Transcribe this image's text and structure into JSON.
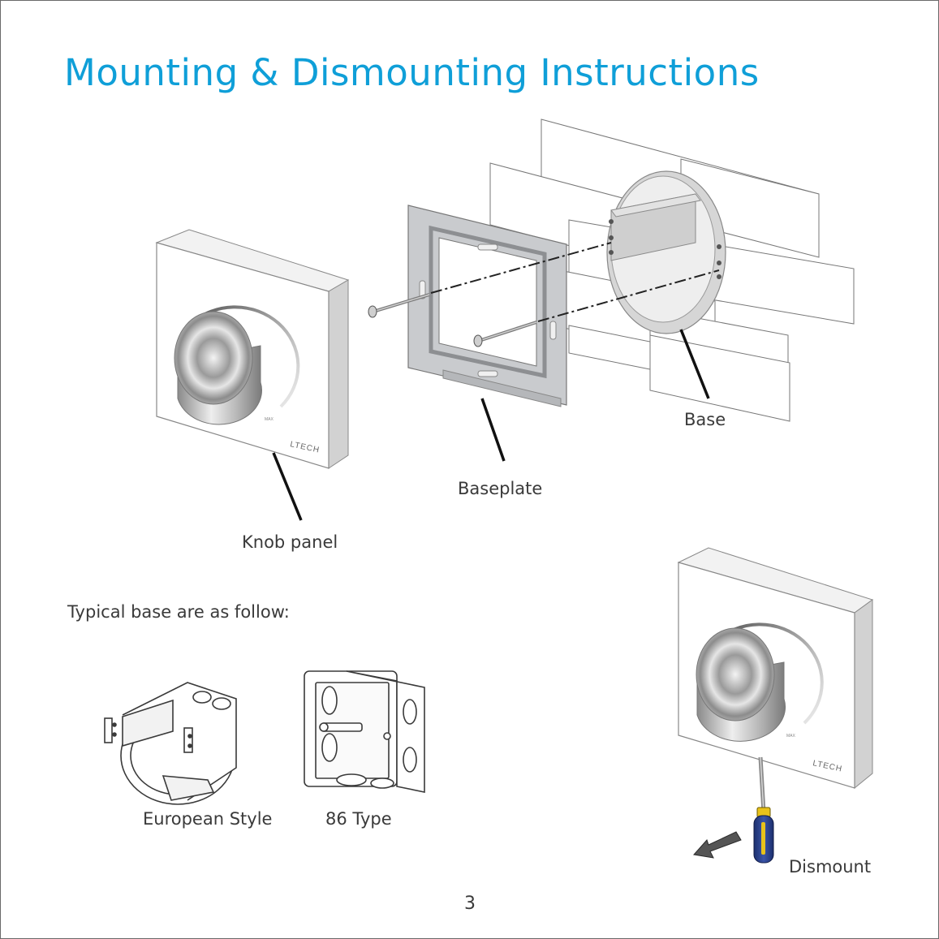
{
  "page": {
    "title": "Mounting & Dismounting Instructions",
    "page_number": "3",
    "accent_color": "#0f9fd8"
  },
  "exploded_view": {
    "knob_panel_label": "Knob panel",
    "baseplate_label": "Baseplate",
    "base_label": "Base",
    "brand": "LTECH"
  },
  "typical_bases": {
    "heading": "Typical base are as follow:",
    "items": [
      {
        "label": "European Style",
        "icon": "european-style-box-icon"
      },
      {
        "label": "86 Type",
        "icon": "86-type-box-icon"
      }
    ]
  },
  "dismount": {
    "label": "Dismount",
    "brand": "LTECH",
    "icon": "screwdriver-icon"
  }
}
